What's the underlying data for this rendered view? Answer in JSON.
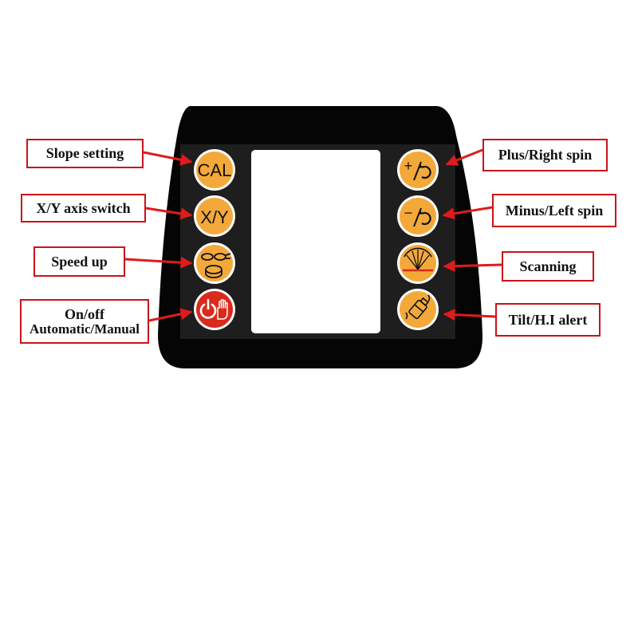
{
  "left_labels": {
    "slope_setting": "Slope setting",
    "xy_axis_switch": "X/Y axis switch",
    "speed_up": "Speed up",
    "on_off_line1": "On/off",
    "on_off_line2": "Automatic/Manual"
  },
  "right_labels": {
    "plus_right_spin": "Plus/Right spin",
    "minus_left_spin": "Minus/Left spin",
    "scanning": "Scanning",
    "tilt_hi_alert": "Tilt/H.I alert"
  },
  "buttons": {
    "cal": "CAL",
    "xy": "X/Y",
    "plus": "+",
    "minus": "−"
  },
  "colors": {
    "housing": "#050505",
    "inner_panel": "#1e1e1e",
    "button_orange": "#f3a93a",
    "button_red": "#d92a1c",
    "arrow_red": "#e01b1b",
    "label_border": "#c8141a",
    "display": "#ffffff"
  },
  "icons": {
    "speed_up": "speed-icon",
    "on_off": "power-hand-icon",
    "plus_spin": "plus-rotate-icon",
    "minus_spin": "minus-rotate-icon",
    "scanning": "scan-fan-icon",
    "tilt": "tilt-alert-icon"
  }
}
